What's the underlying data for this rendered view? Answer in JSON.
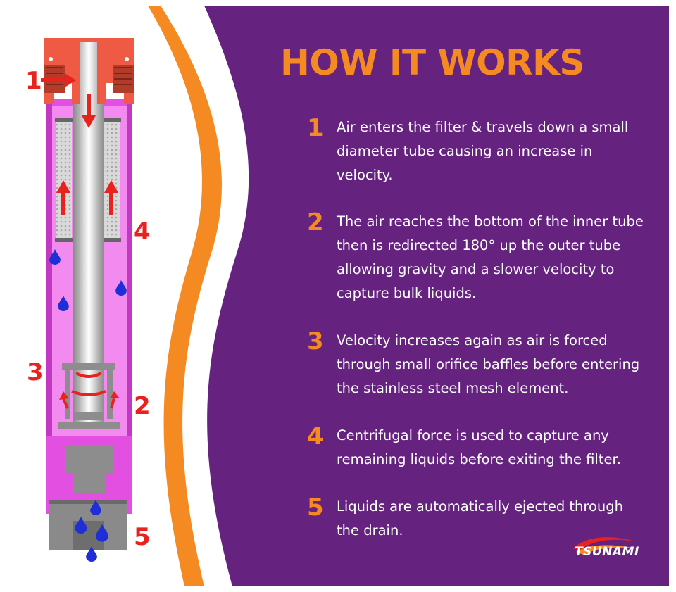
{
  "title": "HOW IT WORKS",
  "steps": [
    {
      "number": "1",
      "text": "Air enters the filter & travels down a small diameter tube causing an increase in velocity."
    },
    {
      "number": "2",
      "text": "The air reaches the bottom of the inner tube then is redirected 180° up the outer tube allowing gravity and a slower velocity to capture bulk liquids."
    },
    {
      "number": "3",
      "text": "Velocity increases again as air is forced through small orifice baffles before entering the stainless steel mesh element."
    },
    {
      "number": "4",
      "text": "Centrifugal force is used to capture any remaining liquids before exiting the filter."
    },
    {
      "number": "5",
      "text": "Liquids are automatically ejected through the drain."
    }
  ],
  "callouts": [
    "1",
    "2",
    "3",
    "4",
    "5"
  ],
  "logo": {
    "text": "TSUNAMI"
  },
  "colors": {
    "panel": "#65227f",
    "accent_orange": "#f58a22",
    "callout_red": "#e8231e",
    "filter_housing": "#e34fe0",
    "filter_head": "#ef5a45",
    "water": "#1f2ed6"
  }
}
